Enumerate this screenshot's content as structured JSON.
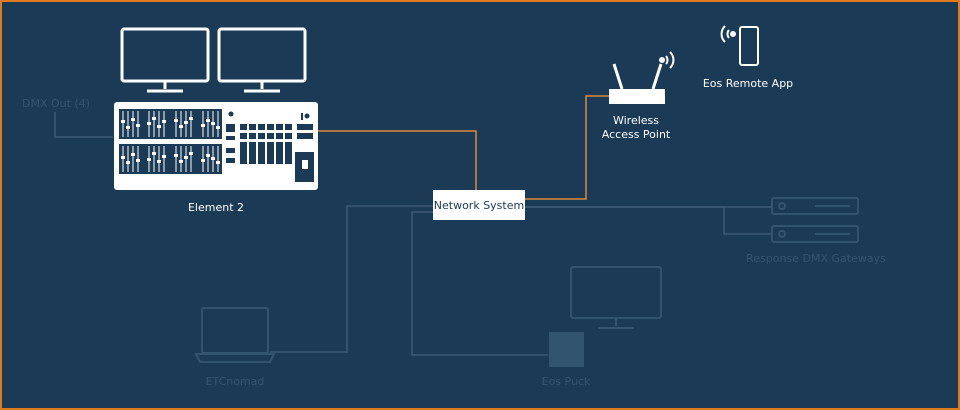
{
  "diagram": {
    "console": {
      "label": "Element 2"
    },
    "dmx_out": {
      "label": "DMX Out (4)"
    },
    "network": {
      "label": "Network System"
    },
    "wap": {
      "label_line1": "Wireless",
      "label_line2": "Access Point"
    },
    "remote_app": {
      "label": "Eos Remote App"
    },
    "gateways": {
      "label": "Response DMX Gateways"
    },
    "laptop": {
      "label": "ETCnomad"
    },
    "puck": {
      "label": "Eos Puck"
    }
  },
  "colors": {
    "background": "#1b3a56",
    "border": "#e07a1f",
    "active_line": "#e0873a",
    "dim_line": "#3c5b77",
    "dim_device": "#33546f",
    "device_white": "#ffffff",
    "console_keys": "#1b3a56"
  },
  "icons": [
    "monitor-icon",
    "console-icon",
    "router-icon",
    "phone-icon",
    "wifi-icon",
    "gateway-icon",
    "laptop-icon",
    "puck-icon"
  ]
}
